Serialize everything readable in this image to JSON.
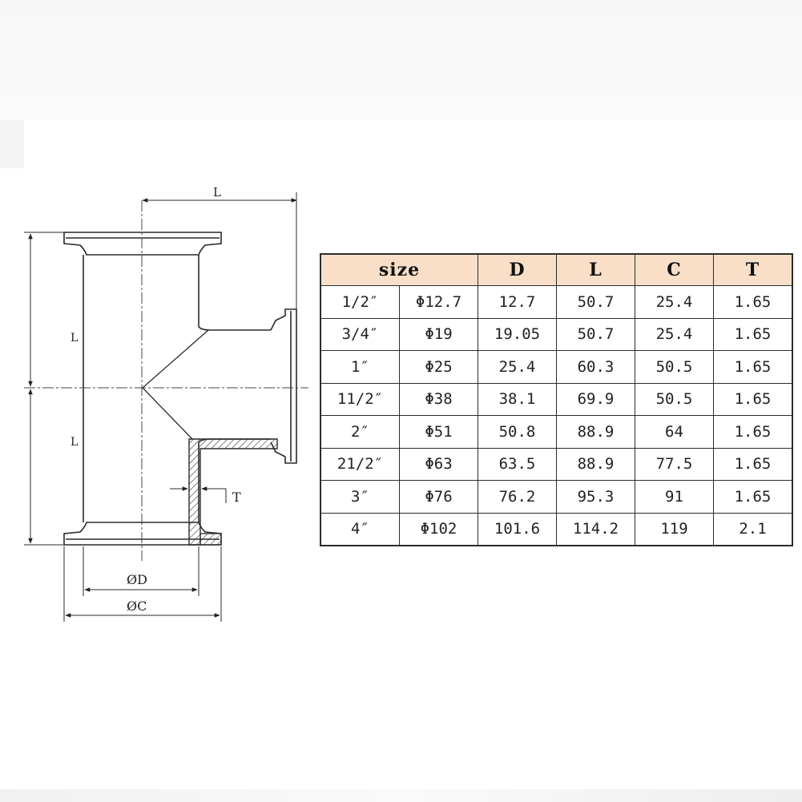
{
  "diagram": {
    "labels": {
      "top_L": "L",
      "left_L_upper": "L",
      "left_L_lower": "L",
      "T": "T",
      "D": "ØD",
      "C": "ØC"
    }
  },
  "table": {
    "headers": [
      "size",
      "D",
      "L",
      "C",
      "T"
    ],
    "rows": [
      [
        "1/2″",
        "Φ12.7",
        "12.7",
        "50.7",
        "25.4",
        "1.65"
      ],
      [
        "3/4″",
        "Φ19",
        "19.05",
        "50.7",
        "25.4",
        "1.65"
      ],
      [
        "1″",
        "Φ25",
        "25.4",
        "60.3",
        "50.5",
        "1.65"
      ],
      [
        "11/2″",
        "Φ38",
        "38.1",
        "69.9",
        "50.5",
        "1.65"
      ],
      [
        "2″",
        "Φ51",
        "50.8",
        "88.9",
        "64",
        "1.65"
      ],
      [
        "21/2″",
        "Φ63",
        "63.5",
        "88.9",
        "77.5",
        "1.65"
      ],
      [
        "3″",
        "Φ76",
        "76.2",
        "95.3",
        "91",
        "1.65"
      ],
      [
        "4″",
        "Φ102",
        "101.6",
        "114.2",
        "119",
        "2.1"
      ]
    ]
  }
}
